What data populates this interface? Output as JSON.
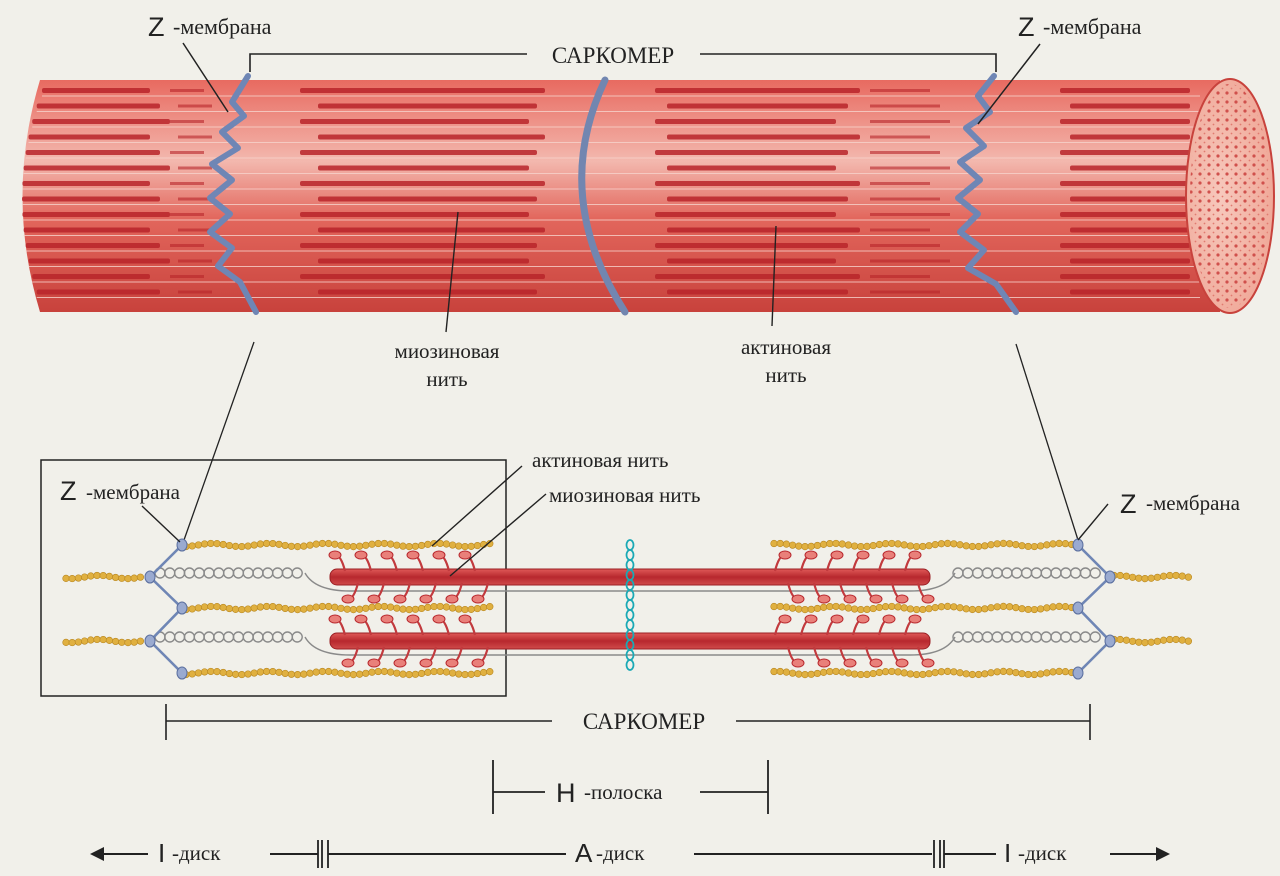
{
  "labels": {
    "top_z_left_letter": "Z",
    "top_z_left_text": "-мембрана",
    "top_z_right_letter": "Z",
    "top_z_right_text": "-мембрана",
    "top_sarcomere": "САРКОМЕР",
    "myosin_top_line1": "миозиновая",
    "myosin_top_line2": "нить",
    "actin_top_line1": "актиновая",
    "actin_top_line2": "нить",
    "actin_bottom": "актиновая нить",
    "myosin_bottom": "миозиновая нить",
    "bottom_z_left_letter": "Z",
    "bottom_z_left_text": "-мембрана",
    "bottom_z_right_letter": "Z",
    "bottom_z_right_text": "-мембрана",
    "bottom_sarcomere": "САРКОМЕР",
    "h_band_letter": "H",
    "h_band_text": "-полоска",
    "i_disc_left_letter": "I",
    "i_disc_left_text": "-диск",
    "a_disc_letter": "A",
    "a_disc_text": "-диск",
    "i_disc_right_letter": "I",
    "i_disc_right_text": "-диск"
  },
  "colors": {
    "background": "#f1f0ea",
    "muscle_red": "#d8443f",
    "muscle_light": "#f2b5ac",
    "stripe_dark": "#b8242a",
    "z_line_blue": "#6f86b5",
    "actin_gold": "#e0b040",
    "myosin_red": "#c8383c",
    "titin_gray": "#8a8a8a",
    "m_line_teal": "#1aa9b5"
  }
}
